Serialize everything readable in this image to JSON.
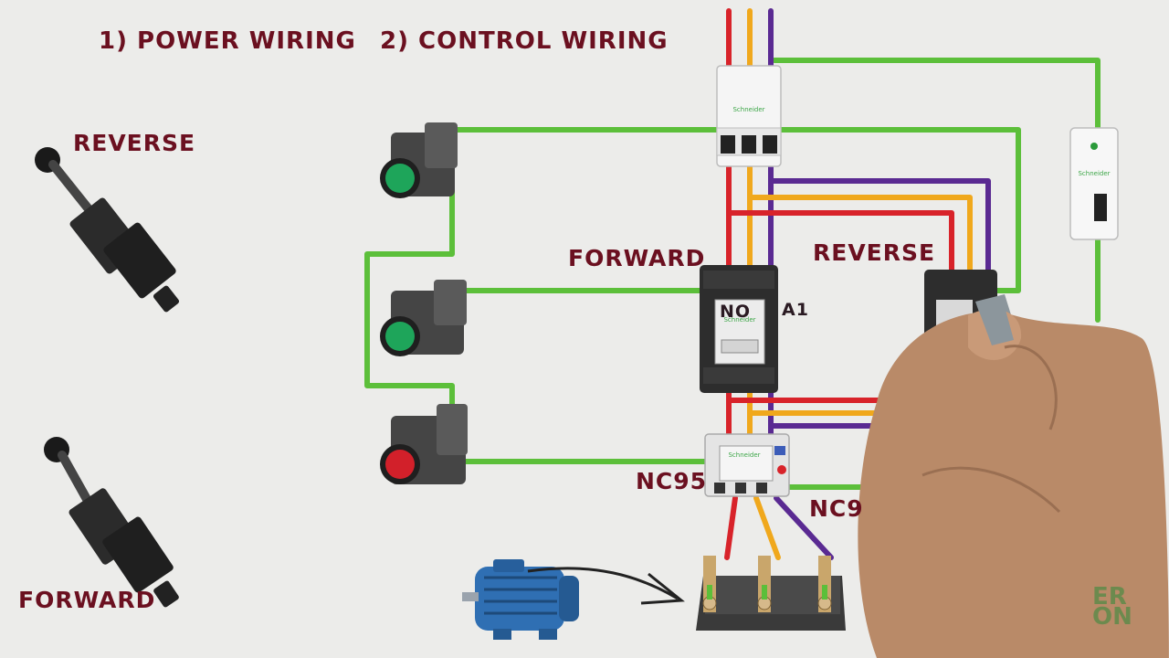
{
  "headings": {
    "power": "1) POWER WIRING",
    "control": "2) CONTROL WIRING"
  },
  "limit_switches": [
    {
      "label": "REVERSE"
    },
    {
      "label": "FORWARD"
    }
  ],
  "contactors": {
    "forward": {
      "label": "FORWARD"
    },
    "reverse": {
      "label": "REVERSE"
    }
  },
  "terminals": {
    "no_left": "NO",
    "a1": "A1",
    "nc95": "NC95",
    "nc96": "NC9"
  },
  "push_buttons": [
    {
      "color": "green"
    },
    {
      "color": "green"
    },
    {
      "color": "red"
    }
  ],
  "colors": {
    "phase_l1": "#d8232a",
    "phase_l2": "#f0a81c",
    "phase_l3": "#5a2a92",
    "control_wire": "#5cbf3a",
    "label_text": "#6b1020",
    "motor": "#2f6fb3"
  },
  "watermark": "ER ON"
}
